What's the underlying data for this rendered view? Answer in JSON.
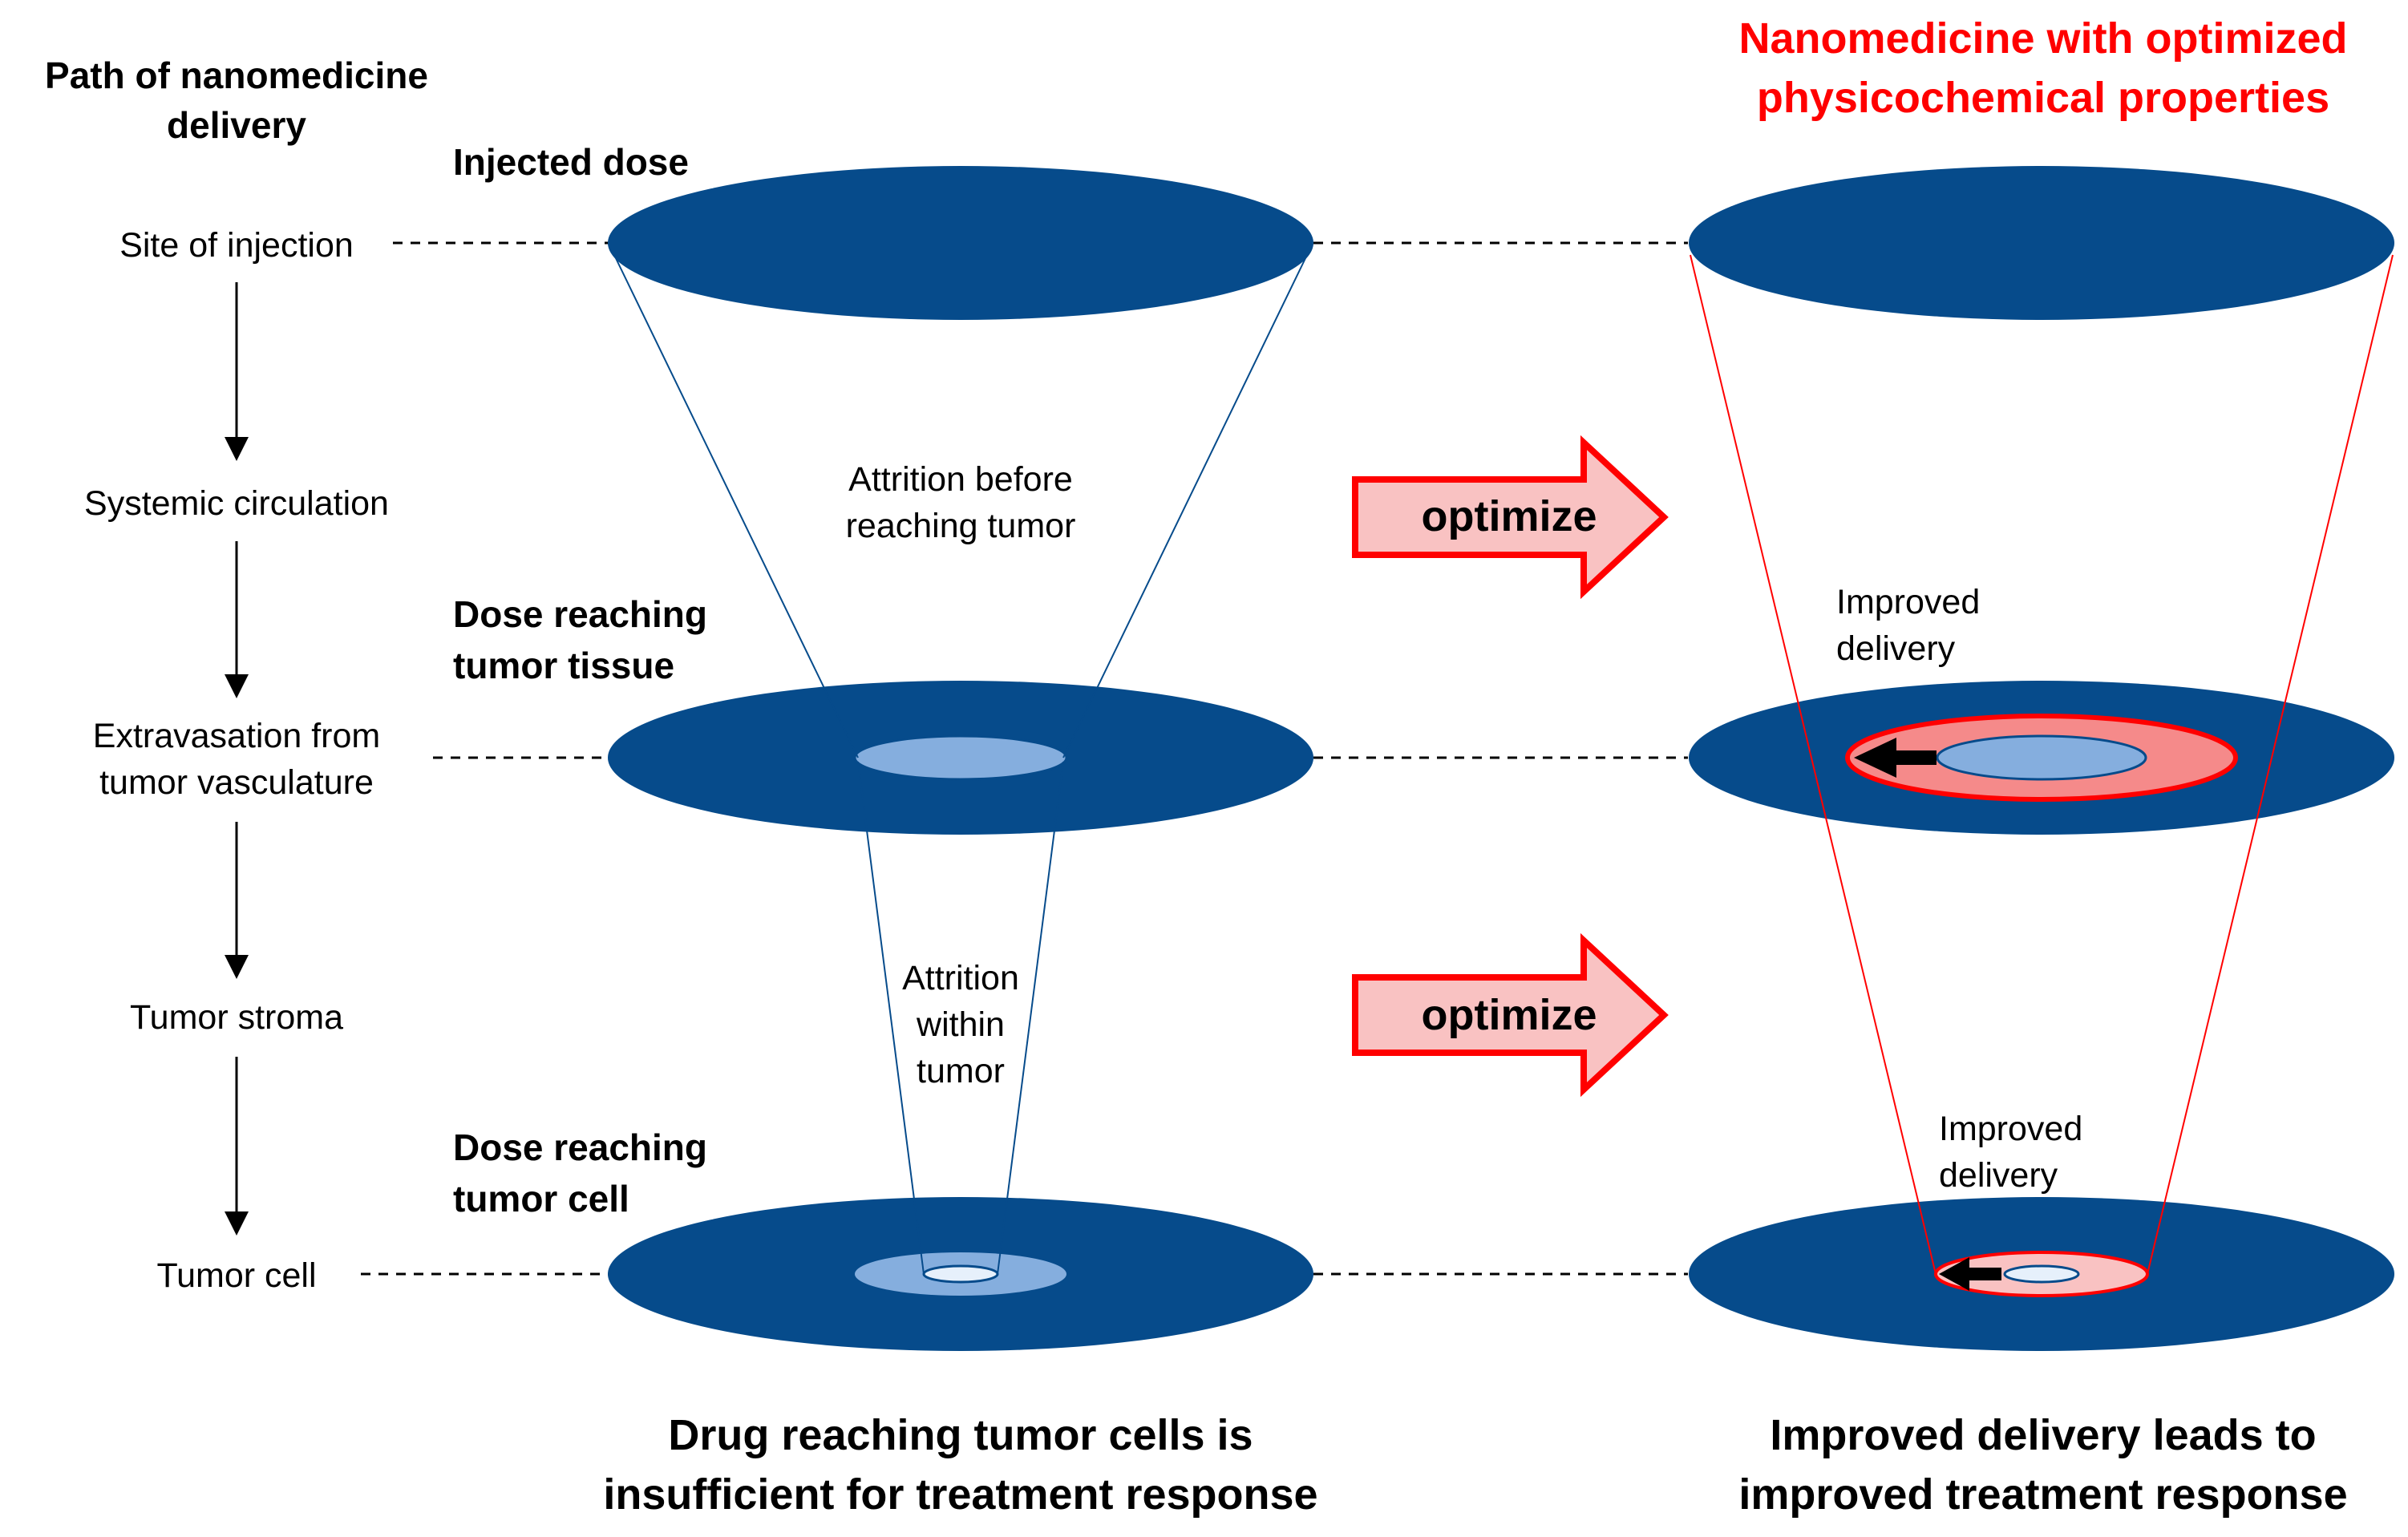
{
  "colors": {
    "dark_blue": "#064b8b",
    "light_blue": "#85aede",
    "pale_blue": "#e6f0fb",
    "red": "#ff0000",
    "pink": "#f58a8a",
    "arrow_fill": "#f9c2c2",
    "text": "#000000"
  },
  "path_column": {
    "title_line1": "Path of nanomedicine",
    "title_line2": "delivery",
    "steps": [
      {
        "lines": [
          "Site of injection"
        ]
      },
      {
        "lines": [
          "Systemic circulation"
        ]
      },
      {
        "lines": [
          "Extravasation from",
          "tumor vasculature"
        ]
      },
      {
        "lines": [
          "Tumor stroma"
        ]
      },
      {
        "lines": [
          "Tumor cell"
        ]
      }
    ]
  },
  "left_funnel": {
    "level_labels": [
      {
        "lines": [
          "Injected dose"
        ]
      },
      {
        "lines": [
          "Dose reaching",
          "tumor tissue"
        ]
      },
      {
        "lines": [
          "Dose reaching",
          "tumor cell"
        ]
      }
    ],
    "attrition_before": [
      "Attrition before",
      "reaching tumor"
    ],
    "attrition_within": [
      "Attrition",
      "within",
      "tumor"
    ],
    "caption": [
      "Drug reaching tumor cells is",
      "insufficient for treatment response"
    ]
  },
  "right_funnel": {
    "title": [
      "Nanomedicine with optimized",
      "physicochemical properties"
    ],
    "improved_delivery_upper": [
      "Improved",
      "delivery"
    ],
    "improved_delivery_lower": [
      "Improved",
      "delivery"
    ],
    "caption": [
      "Improved delivery leads to",
      "improved treatment response"
    ]
  },
  "optimize_arrows": [
    {
      "label": "optimize"
    },
    {
      "label": "optimize"
    }
  ]
}
